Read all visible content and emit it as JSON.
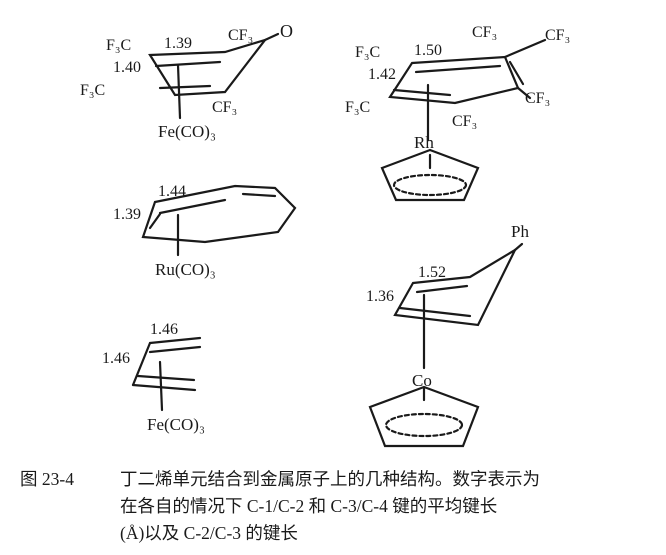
{
  "structures": [
    {
      "id": "s1",
      "metal": "Fe(CO)₃",
      "substituents": [
        "F₃C",
        "F₃C",
        "CF₃",
        "CF₃",
        "O"
      ],
      "bond_labels": [
        "1.39",
        "1.40"
      ]
    },
    {
      "id": "s2",
      "metal": "Rh",
      "substituents": [
        "F₃C",
        "F₃C",
        "CF₃",
        "CF₃",
        "CF₃",
        "CF₃"
      ],
      "bond_labels": [
        "1.50",
        "1.42"
      ]
    },
    {
      "id": "s3",
      "metal": "Ru(CO)₃",
      "substituents": [],
      "bond_labels": [
        "1.44",
        "1.39"
      ]
    },
    {
      "id": "s4",
      "metal": "Co",
      "substituents": [
        "Ph"
      ],
      "bond_labels": [
        "1.52",
        "1.36"
      ]
    },
    {
      "id": "s5",
      "metal": "Fe(CO)₃",
      "substituents": [],
      "bond_labels": [
        "1.46",
        "1.46"
      ]
    }
  ],
  "caption": {
    "number": "图 23-4",
    "line1": "丁二烯单元结合到金属原子上的几种结构。数字表示为",
    "line2": "在各自的情况下 C-1/C-2 和 C-3/C-4 键的平均键长",
    "line3": "(Å)以及 C-2/C-3 的键长"
  }
}
